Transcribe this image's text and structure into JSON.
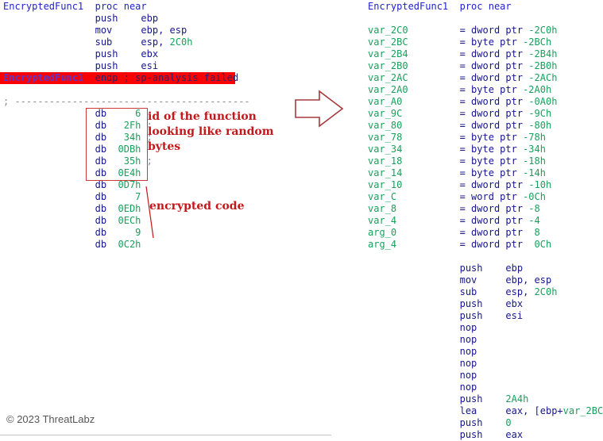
{
  "colors": {
    "blue": "#2222CC",
    "navy": "#16168F",
    "green": "#17A15C",
    "gray": "#8A8A8A",
    "purple": "#5E35C8",
    "dark": "#26266E",
    "highlight_bg": "#FA0202",
    "annotation_red": "#C2181B",
    "box_red": "#CC3A3A",
    "arrow_red": "#A63A3C",
    "footer_gray": "#565656"
  },
  "left_listing": {
    "lines": [
      {
        "s": [
          [
            "EncryptedFunc1  proc near",
            "b"
          ]
        ]
      },
      {
        "s": [
          [
            "                push    ebp",
            "n"
          ]
        ]
      },
      {
        "s": [
          [
            "                mov     ebp, esp",
            "n"
          ]
        ]
      },
      {
        "s": [
          [
            "                sub     esp, ",
            "n"
          ],
          [
            "2C0h",
            "g"
          ]
        ]
      },
      {
        "s": [
          [
            "                push    ebx",
            "n"
          ]
        ]
      },
      {
        "s": [
          [
            "                push    esi",
            "n"
          ]
        ]
      },
      {
        "hl": true,
        "s": [
          [
            "EncryptedFunc1",
            "p"
          ],
          [
            "  endp ; sp-analysis failed",
            "d"
          ]
        ]
      },
      {
        "s": []
      },
      {
        "s": [
          [
            "; -----------------------------------------",
            "y"
          ]
        ]
      },
      {
        "s": [
          [
            "                db",
            "n"
          ],
          [
            "     6",
            "g"
          ]
        ]
      },
      {
        "s": [
          [
            "                db",
            "n"
          ],
          [
            "   2Fh",
            "g"
          ],
          [
            " ;",
            "y"
          ]
        ]
      },
      {
        "s": [
          [
            "                db",
            "n"
          ],
          [
            "   34h",
            "g"
          ],
          [
            " ;",
            "y"
          ]
        ]
      },
      {
        "s": [
          [
            "                db",
            "n"
          ],
          [
            "  0DBh",
            "g"
          ]
        ]
      },
      {
        "s": [
          [
            "                db",
            "n"
          ],
          [
            "   35h",
            "g"
          ],
          [
            " ;",
            "y"
          ]
        ]
      },
      {
        "s": [
          [
            "                db",
            "n"
          ],
          [
            "  0E4h",
            "g"
          ]
        ]
      },
      {
        "s": [
          [
            "                db",
            "n"
          ],
          [
            "  0D7h",
            "g"
          ]
        ]
      },
      {
        "s": [
          [
            "                db",
            "n"
          ],
          [
            "     7",
            "g"
          ]
        ]
      },
      {
        "s": [
          [
            "                db",
            "n"
          ],
          [
            "  0EDh",
            "g"
          ]
        ]
      },
      {
        "s": [
          [
            "                db",
            "n"
          ],
          [
            "  0ECh",
            "g"
          ]
        ]
      },
      {
        "s": [
          [
            "                db",
            "n"
          ],
          [
            "     9",
            "g"
          ]
        ]
      },
      {
        "s": [
          [
            "                db",
            "n"
          ],
          [
            "  0C2h",
            "g"
          ]
        ]
      }
    ]
  },
  "right_listing": {
    "lines": [
      {
        "s": [
          [
            "EncryptedFunc1  proc near",
            "b"
          ]
        ]
      },
      {
        "s": []
      },
      {
        "s": [
          [
            "var_2C0",
            "g"
          ],
          [
            "         = dword ptr ",
            "n"
          ],
          [
            "-2C0h",
            "g"
          ]
        ]
      },
      {
        "s": [
          [
            "var_2BC",
            "g"
          ],
          [
            "         = byte ptr ",
            "n"
          ],
          [
            "-2BCh",
            "g"
          ]
        ]
      },
      {
        "s": [
          [
            "var_2B4",
            "g"
          ],
          [
            "         = dword ptr ",
            "n"
          ],
          [
            "-2B4h",
            "g"
          ]
        ]
      },
      {
        "s": [
          [
            "var_2B0",
            "g"
          ],
          [
            "         = dword ptr ",
            "n"
          ],
          [
            "-2B0h",
            "g"
          ]
        ]
      },
      {
        "s": [
          [
            "var_2AC",
            "g"
          ],
          [
            "         = dword ptr ",
            "n"
          ],
          [
            "-2ACh",
            "g"
          ]
        ]
      },
      {
        "s": [
          [
            "var_2A0",
            "g"
          ],
          [
            "         = byte ptr ",
            "n"
          ],
          [
            "-2A0h",
            "g"
          ]
        ]
      },
      {
        "s": [
          [
            "var_A0",
            "g"
          ],
          [
            "          = dword ptr ",
            "n"
          ],
          [
            "-0A0h",
            "g"
          ]
        ]
      },
      {
        "s": [
          [
            "var_9C",
            "g"
          ],
          [
            "          = dword ptr ",
            "n"
          ],
          [
            "-9Ch",
            "g"
          ]
        ]
      },
      {
        "s": [
          [
            "var_80",
            "g"
          ],
          [
            "          = dword ptr ",
            "n"
          ],
          [
            "-80h",
            "g"
          ]
        ]
      },
      {
        "s": [
          [
            "var_78",
            "g"
          ],
          [
            "          = byte ptr ",
            "n"
          ],
          [
            "-78h",
            "g"
          ]
        ]
      },
      {
        "s": [
          [
            "var_34",
            "g"
          ],
          [
            "          = byte ptr ",
            "n"
          ],
          [
            "-34h",
            "g"
          ]
        ]
      },
      {
        "s": [
          [
            "var_18",
            "g"
          ],
          [
            "          = byte ptr ",
            "n"
          ],
          [
            "-18h",
            "g"
          ]
        ]
      },
      {
        "s": [
          [
            "var_14",
            "g"
          ],
          [
            "          = byte ptr ",
            "n"
          ],
          [
            "-14h",
            "g"
          ]
        ]
      },
      {
        "s": [
          [
            "var_10",
            "g"
          ],
          [
            "          = dword ptr ",
            "n"
          ],
          [
            "-10h",
            "g"
          ]
        ]
      },
      {
        "s": [
          [
            "var_C",
            "g"
          ],
          [
            "           = word ptr ",
            "n"
          ],
          [
            "-0Ch",
            "g"
          ]
        ]
      },
      {
        "s": [
          [
            "var_8",
            "g"
          ],
          [
            "           = dword ptr ",
            "n"
          ],
          [
            "-8",
            "g"
          ]
        ]
      },
      {
        "s": [
          [
            "var_4",
            "g"
          ],
          [
            "           = dword ptr ",
            "n"
          ],
          [
            "-4",
            "g"
          ]
        ]
      },
      {
        "s": [
          [
            "arg_0",
            "g"
          ],
          [
            "           = dword ptr  ",
            "n"
          ],
          [
            "8",
            "g"
          ]
        ]
      },
      {
        "s": [
          [
            "arg_4",
            "g"
          ],
          [
            "           = dword ptr  ",
            "n"
          ],
          [
            "0Ch",
            "g"
          ]
        ]
      },
      {
        "s": []
      },
      {
        "s": [
          [
            "                push    ebp",
            "n"
          ]
        ]
      },
      {
        "s": [
          [
            "                mov     ebp, esp",
            "n"
          ]
        ]
      },
      {
        "s": [
          [
            "                sub     esp, ",
            "n"
          ],
          [
            "2C0h",
            "g"
          ]
        ]
      },
      {
        "s": [
          [
            "                push    ebx",
            "n"
          ]
        ]
      },
      {
        "s": [
          [
            "                push    esi",
            "n"
          ]
        ]
      },
      {
        "s": [
          [
            "                nop",
            "n"
          ]
        ]
      },
      {
        "s": [
          [
            "                nop",
            "n"
          ]
        ]
      },
      {
        "s": [
          [
            "                nop",
            "n"
          ]
        ]
      },
      {
        "s": [
          [
            "                nop",
            "n"
          ]
        ]
      },
      {
        "s": [
          [
            "                nop",
            "n"
          ]
        ]
      },
      {
        "s": [
          [
            "                nop",
            "n"
          ]
        ]
      },
      {
        "s": [
          [
            "                push    ",
            "n"
          ],
          [
            "2A4h",
            "g"
          ]
        ]
      },
      {
        "s": [
          [
            "                lea     eax, [ebp+",
            "n"
          ],
          [
            "var_2BC",
            "g"
          ],
          [
            "]",
            "n"
          ]
        ]
      },
      {
        "s": [
          [
            "                push    ",
            "n"
          ],
          [
            "0",
            "g"
          ]
        ]
      },
      {
        "s": [
          [
            "                push    eax",
            "n"
          ]
        ]
      }
    ]
  },
  "annotations": {
    "byte_id_note": "id of the function\nlooking like random\nbytes",
    "encrypted_note": "encrypted code"
  },
  "footer": {
    "copyright": "© 2023 ThreatLabz"
  }
}
